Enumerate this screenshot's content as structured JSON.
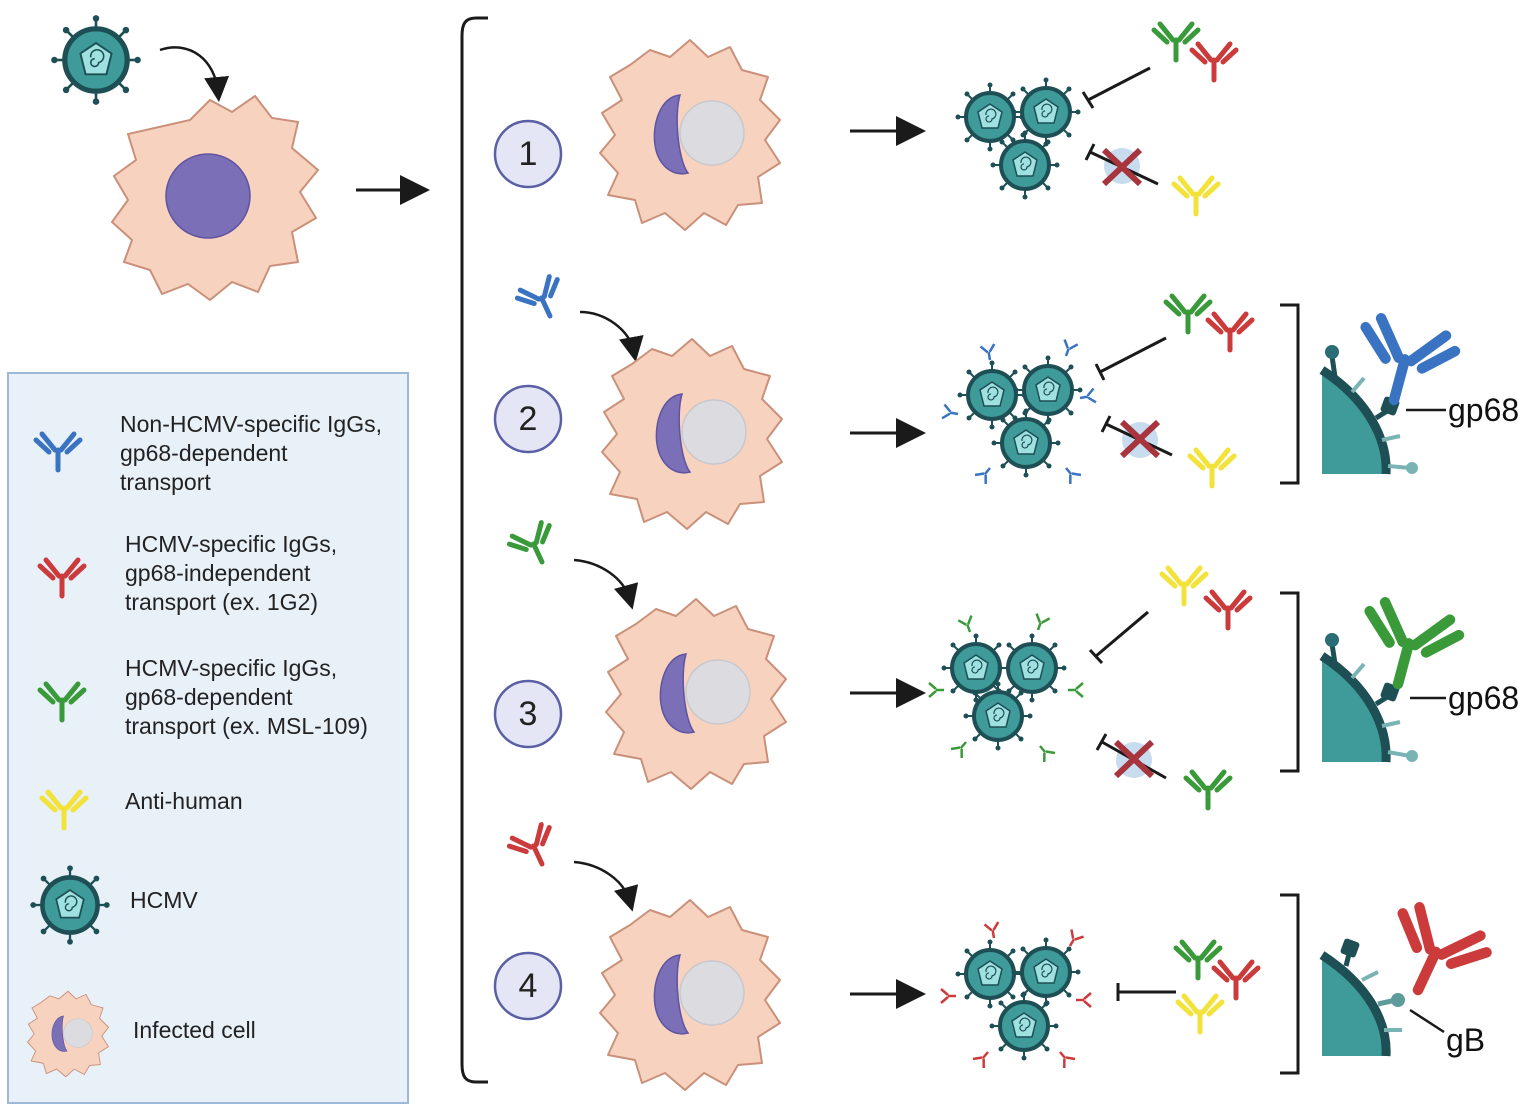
{
  "steps": [
    "1",
    "2",
    "3",
    "4"
  ],
  "callouts": {
    "step2": "gp68",
    "step3": "gp68",
    "step4": "gB"
  },
  "legend": [
    {
      "icon": "antibody-icon",
      "color": "#3a73c2",
      "label": "Non-HCMV-specific IgGs,\ngp68-dependent\ntransport"
    },
    {
      "icon": "antibody-icon",
      "color": "#cc3b3b",
      "label": "HCMV-specific IgGs,\ngp68-independent\ntransport (ex. 1G2)"
    },
    {
      "icon": "antibody-icon",
      "color": "#3a9a3a",
      "label": "HCMV-specific IgGs,\ngp68-dependent\ntransport (ex. MSL-109)"
    },
    {
      "icon": "antibody-icon",
      "color": "#f2e23a",
      "label": "Anti-human"
    },
    {
      "icon": "virus-icon",
      "label": "HCMV"
    },
    {
      "icon": "infected-cell-icon",
      "label": "Infected cell"
    }
  ],
  "colors": {
    "blue_igg": "#3a73c2",
    "red_igg": "#cc3b3b",
    "green_igg": "#3a9a3a",
    "yellow_igg": "#f2e23a",
    "virus": "#3f9a9a",
    "virus_dark": "#1d4f55",
    "cell": "#f7d3bf",
    "nucleus": "#7b6fb8",
    "vacuole": "#dcdce0",
    "block_x": "#a8343d"
  }
}
